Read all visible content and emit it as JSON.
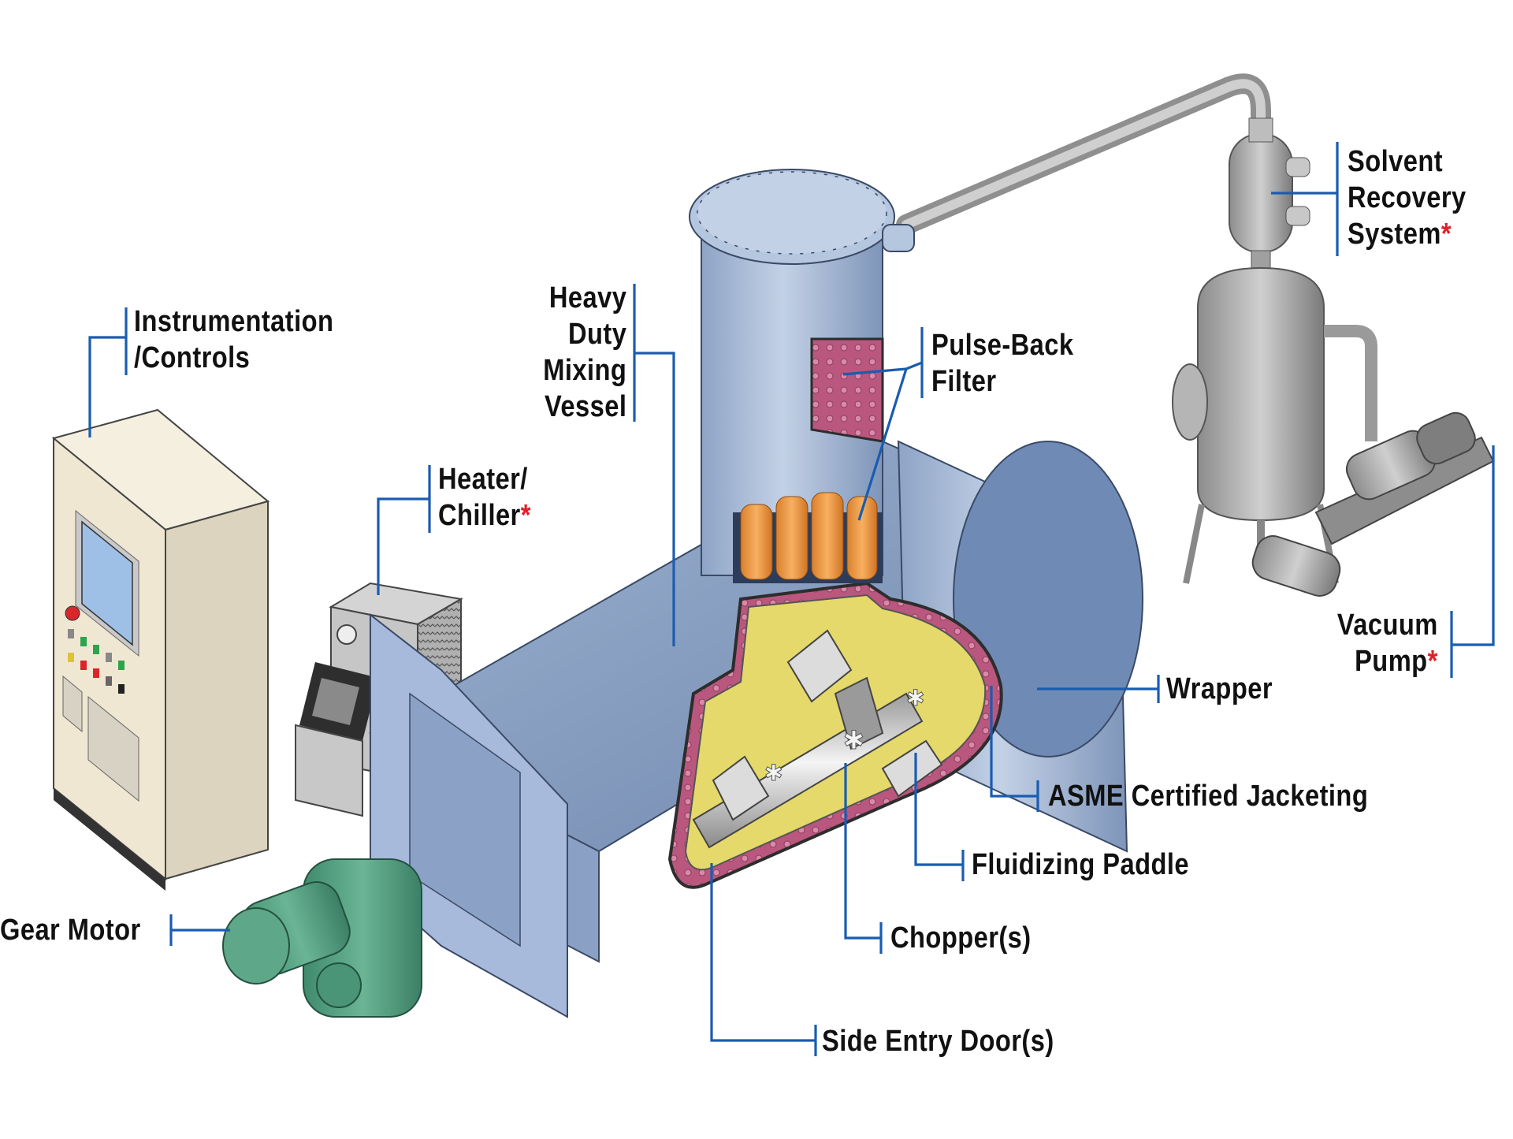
{
  "diagram": {
    "subject": "Vacuum mixer / dryer system cutaway",
    "colors": {
      "leader_line": "#1a5cb0",
      "label_text": "#111111",
      "asterisk": "#e0202a",
      "vessel_steel": "#9fb3d1",
      "vessel_interior": "#e4d96a",
      "jacket": "#b9577e",
      "filter_bags": "#f0a04a",
      "gear_motor": "#4f9a7f",
      "control_cabinet": "#efe7d2",
      "recovery_steel": "#a8a8a8"
    },
    "labels": {
      "instrumentation": {
        "lines": [
          "Instrumentation",
          "/Controls"
        ],
        "asterisk": false
      },
      "mixing_vessel": {
        "lines": [
          "Heavy",
          "Duty",
          "Mixing",
          "Vessel"
        ],
        "asterisk": false
      },
      "pulse_back_filter": {
        "lines": [
          "Pulse-Back",
          "Filter"
        ],
        "asterisk": false
      },
      "solvent_recovery": {
        "lines": [
          "Solvent",
          "Recovery",
          "System"
        ],
        "asterisk": true
      },
      "heater_chiller": {
        "lines": [
          "Heater/",
          "Chiller"
        ],
        "asterisk": true
      },
      "vacuum_pump": {
        "lines": [
          "Vacuum",
          "Pump"
        ],
        "asterisk": true
      },
      "wrapper": {
        "lines": [
          "Wrapper"
        ],
        "asterisk": false
      },
      "asme_jacketing": {
        "lines": [
          "ASME Certified Jacketing"
        ],
        "asterisk": false
      },
      "fluidizing_paddle": {
        "lines": [
          "Fluidizing Paddle"
        ],
        "asterisk": false
      },
      "choppers": {
        "lines": [
          "Chopper(s)"
        ],
        "asterisk": false
      },
      "gear_motor": {
        "lines": [
          "Gear Motor"
        ],
        "asterisk": false
      },
      "side_entry_doors": {
        "lines": [
          "Side Entry Door(s)"
        ],
        "asterisk": false
      }
    },
    "asterisk_symbol": "*"
  }
}
